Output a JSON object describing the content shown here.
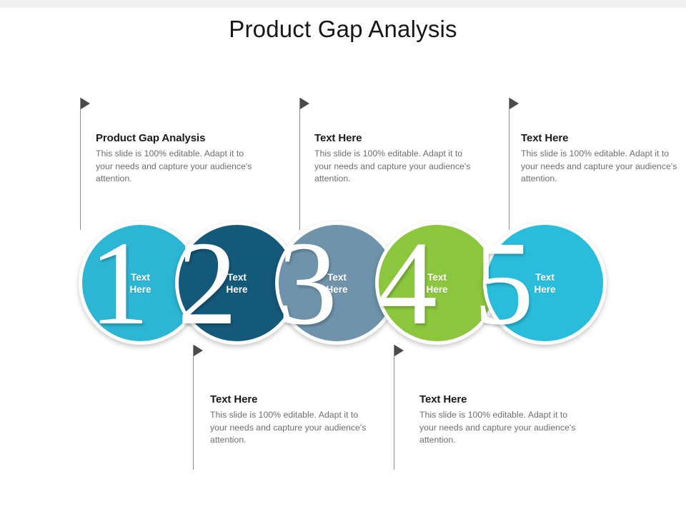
{
  "slide": {
    "title": "Product Gap Analysis",
    "background": "#ffffff",
    "top_strip_color": "#f0f0f0"
  },
  "body_text": "This slide is 100% editable.  Adapt it to your needs and capture your audience's attention.",
  "callouts": {
    "top": [
      {
        "heading": "Product Gap Analysis",
        "body": "This slide is 100% editable.  Adapt it to your needs and capture your audience's attention.",
        "connector": "arrow-marker"
      },
      {
        "heading": "Text Here",
        "body": "This slide is 100% editable.  Adapt it to your needs and capture your audience's attention.",
        "connector": "arrow-marker"
      },
      {
        "heading": "Text Here",
        "body": "This slide is 100% editable.  Adapt it to your needs and capture your audience's attention.",
        "connector": "arrow-marker"
      }
    ],
    "bottom": [
      {
        "heading": "Text Here",
        "body": "This slide is 100% editable.  Adapt it to your needs and capture your audience's attention.",
        "connector": "arrow-marker"
      },
      {
        "heading": "Text Here",
        "body": "This slide is 100% editable.  Adapt it to your needs and capture your audience's attention.",
        "connector": "arrow-marker"
      }
    ]
  },
  "steps": [
    {
      "number": "1",
      "label_line1": "Text",
      "label_line2": "Here",
      "color": "#2cb6d4"
    },
    {
      "number": "2",
      "label_line1": "Text",
      "label_line2": "Here",
      "color": "#14597a"
    },
    {
      "number": "3",
      "label_line1": "Text",
      "label_line2": "Here",
      "color": "#6e93aa"
    },
    {
      "number": "4",
      "label_line1": "Text",
      "label_line2": "Here",
      "color": "#8cc63f"
    },
    {
      "number": "5",
      "label_line1": "Text",
      "label_line2": "Here",
      "color": "#29bddb"
    }
  ],
  "colors": {
    "title_text": "#171717",
    "heading_text": "#1a1a1a",
    "body_text": "#6e6e6e",
    "connector_line": "#8b8b8b",
    "connector_arrow": "#4b4b4b",
    "numeral": "#ffffff"
  }
}
